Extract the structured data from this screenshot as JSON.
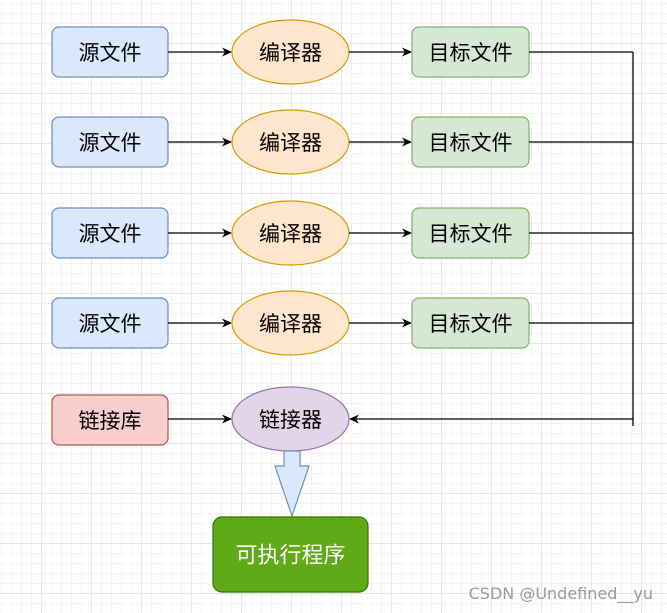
{
  "rows": [
    {
      "source": "源文件",
      "compiler": "编译器",
      "target": "目标文件"
    },
    {
      "source": "源文件",
      "compiler": "编译器",
      "target": "目标文件"
    },
    {
      "source": "源文件",
      "compiler": "编译器",
      "target": "目标文件"
    },
    {
      "source": "源文件",
      "compiler": "编译器",
      "target": "目标文件"
    }
  ],
  "library": "链接库",
  "linker": "链接器",
  "executable": "可执行程序",
  "watermark": "CSDN @Undefined__yu",
  "colors": {
    "source_fill": "#dae8fc",
    "source_stroke": "#6c8ebf",
    "compiler_fill": "#ffe6cc",
    "compiler_stroke": "#d79b00",
    "target_fill": "#d5e8d4",
    "target_stroke": "#82b366",
    "library_fill": "#f8cecc",
    "library_stroke": "#b85450",
    "linker_fill": "#e1d5e7",
    "linker_stroke": "#9673a6",
    "executable_fill": "#60a917",
    "executable_stroke": "#2d7600",
    "block_arrow_fill": "#dae8fc",
    "block_arrow_stroke": "#6c8ebf",
    "edge": "#000000"
  }
}
